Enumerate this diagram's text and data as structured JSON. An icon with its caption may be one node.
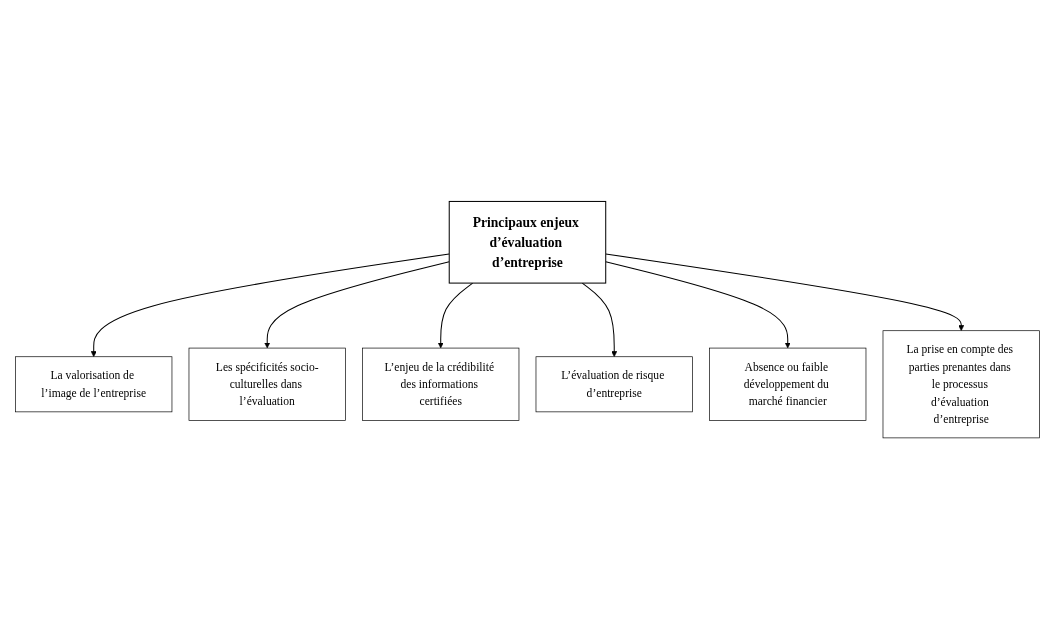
{
  "diagram": {
    "nodes": [
      {
        "text": [
          "La valorisation de l’image de l’entreprise"
        ]
      },
      {
        "text": [
          "Les spécificités socio-culturelles dans l’évaluation"
        ]
      },
      {
        "text": [
          "Principaux enjeux d’évaluation d’entreprise"
        ]
      },
      {
        "text": [
          "L’enjeu de la crédibilité des informations certifiées"
        ]
      },
      {
        "text": [
          "L’évaluation de risque d’entreprise"
        ]
      },
      {
        "text": [
          "Absence ou faible développement du marché financier"
        ]
      },
      {
        "text": [
          "La prise en compte des parties prenantes dans le processus d’évaluation d’entreprise"
        ]
      }
    ],
    "edges": [
      {
        "from": 2,
        "to": 0,
        "arrow": "to"
      },
      {
        "from": 2,
        "to": 1,
        "arrow": "to"
      },
      {
        "from": 2,
        "to": 3,
        "arrow": "to"
      },
      {
        "from": 2,
        "to": 4,
        "arrow": "to"
      },
      {
        "from": 2,
        "to": 5,
        "arrow": "to"
      },
      {
        "from": 2,
        "to": 6,
        "arrow": "to"
      }
    ]
  }
}
